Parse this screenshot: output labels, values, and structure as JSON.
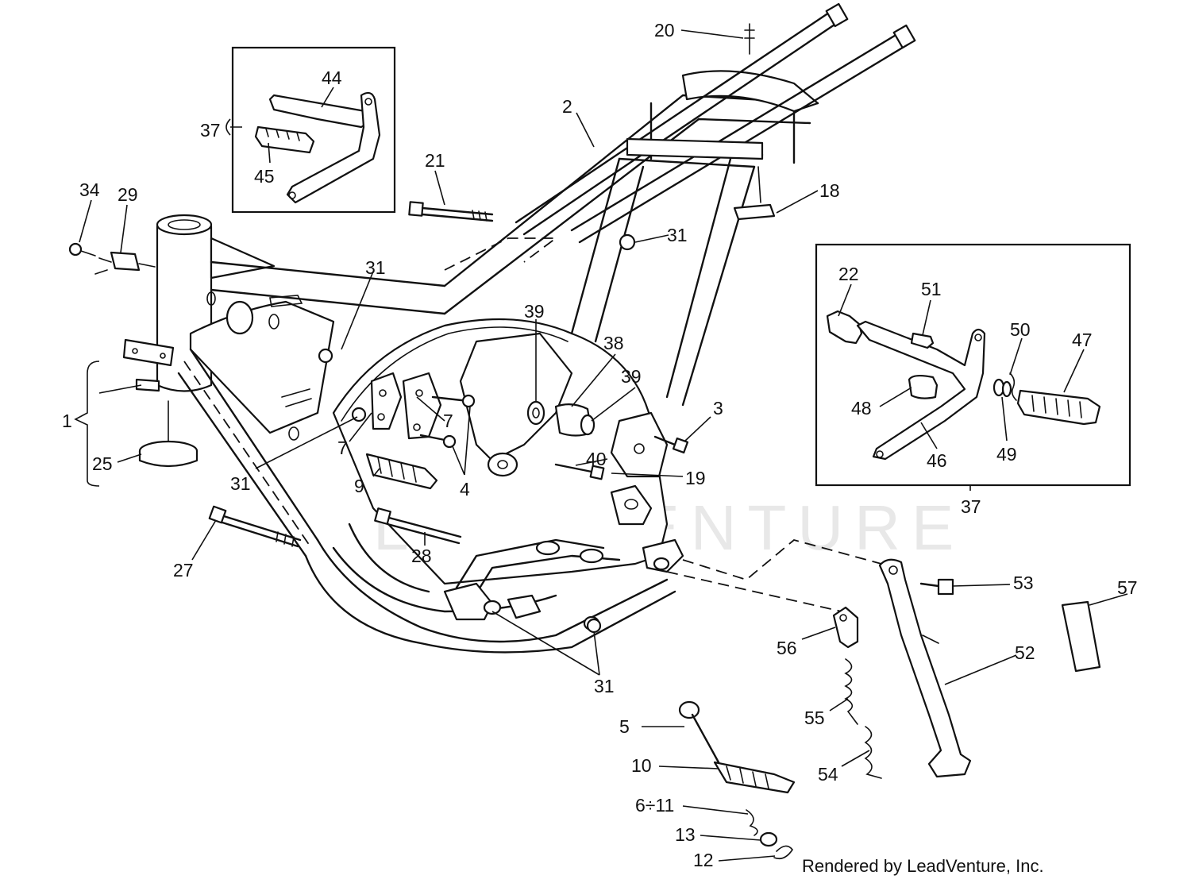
{
  "watermark": "LEADVENTURE",
  "credit": "Rendered by LeadVenture, Inc.",
  "callouts": [
    {
      "id": "c20",
      "label": "20"
    },
    {
      "id": "c2",
      "label": "2"
    },
    {
      "id": "c44",
      "label": "44"
    },
    {
      "id": "c37a",
      "label": "37"
    },
    {
      "id": "c45",
      "label": "45"
    },
    {
      "id": "c21",
      "label": "21"
    },
    {
      "id": "c18",
      "label": "18"
    },
    {
      "id": "c34",
      "label": "34"
    },
    {
      "id": "c29",
      "label": "29"
    },
    {
      "id": "c31a",
      "label": "31"
    },
    {
      "id": "c31b",
      "label": "31"
    },
    {
      "id": "c22",
      "label": "22"
    },
    {
      "id": "c51",
      "label": "51"
    },
    {
      "id": "c50",
      "label": "50"
    },
    {
      "id": "c47",
      "label": "47"
    },
    {
      "id": "c39a",
      "label": "39"
    },
    {
      "id": "c38",
      "label": "38"
    },
    {
      "id": "c39b",
      "label": "39"
    },
    {
      "id": "c1",
      "label": "1"
    },
    {
      "id": "c7a",
      "label": "7"
    },
    {
      "id": "c7b",
      "label": "7"
    },
    {
      "id": "c3",
      "label": "3"
    },
    {
      "id": "c48",
      "label": "48"
    },
    {
      "id": "c46",
      "label": "46"
    },
    {
      "id": "c49",
      "label": "49"
    },
    {
      "id": "c25",
      "label": "25"
    },
    {
      "id": "c31c",
      "label": "31"
    },
    {
      "id": "c9",
      "label": "9"
    },
    {
      "id": "c4",
      "label": "4"
    },
    {
      "id": "c40",
      "label": "40"
    },
    {
      "id": "c19",
      "label": "19"
    },
    {
      "id": "c37b",
      "label": "37"
    },
    {
      "id": "c27",
      "label": "27"
    },
    {
      "id": "c28",
      "label": "28"
    },
    {
      "id": "c53",
      "label": "53"
    },
    {
      "id": "c57",
      "label": "57"
    },
    {
      "id": "c56",
      "label": "56"
    },
    {
      "id": "c52",
      "label": "52"
    },
    {
      "id": "c31d",
      "label": "31"
    },
    {
      "id": "c55",
      "label": "55"
    },
    {
      "id": "c5",
      "label": "5"
    },
    {
      "id": "c10",
      "label": "10"
    },
    {
      "id": "c54",
      "label": "54"
    },
    {
      "id": "c611",
      "label": "6÷11"
    },
    {
      "id": "c13",
      "label": "13"
    },
    {
      "id": "c12",
      "label": "12"
    }
  ]
}
